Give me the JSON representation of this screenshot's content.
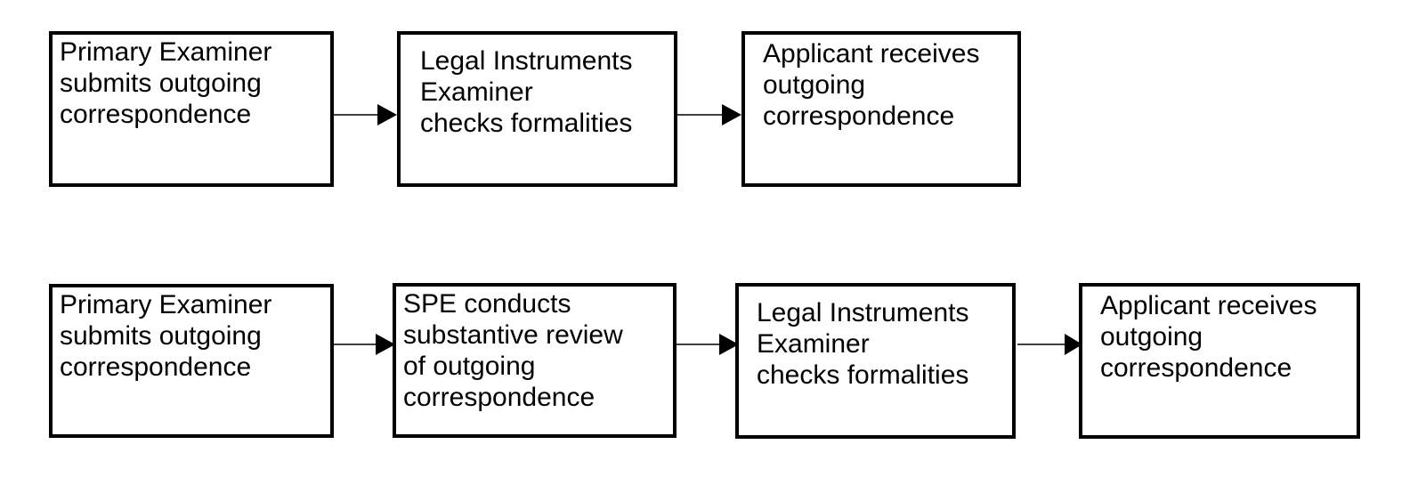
{
  "flows": [
    {
      "steps": [
        {
          "lines": [
            "Primary Examiner",
            "submits outgoing",
            "correspondence"
          ]
        },
        {
          "lines": [
            "Legal Instruments",
            "Examiner",
            "checks formalities"
          ]
        },
        {
          "lines": [
            "Applicant receives",
            "outgoing",
            "correspondence"
          ]
        }
      ]
    },
    {
      "steps": [
        {
          "lines": [
            "Primary Examiner",
            "submits outgoing",
            "correspondence"
          ]
        },
        {
          "lines": [
            "SPE conducts",
            "substantive review",
            "of outgoing",
            "correspondence"
          ]
        },
        {
          "lines": [
            "Legal Instruments",
            "Examiner",
            "checks formalities"
          ]
        },
        {
          "lines": [
            "Applicant receives",
            "outgoing",
            "correspondence"
          ]
        }
      ]
    }
  ]
}
